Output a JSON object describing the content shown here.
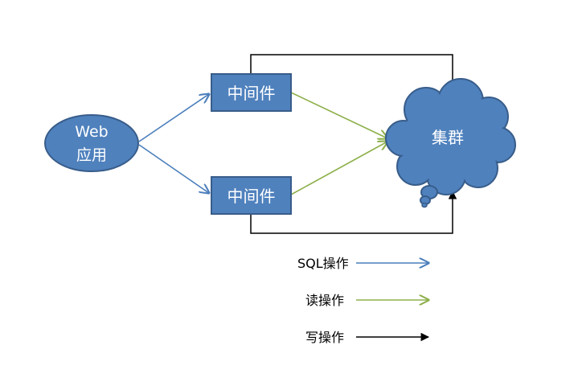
{
  "nodes": {
    "web_app": {
      "line1": "Web",
      "line2": "应用"
    },
    "middleware_top": {
      "label": "中间件"
    },
    "middleware_bottom": {
      "label": "中间件"
    },
    "cluster": {
      "label": "集群"
    }
  },
  "legend": {
    "sql": {
      "label": "SQL操作",
      "color": "#4a7ebb"
    },
    "read": {
      "label": "读操作",
      "color": "#8db04a"
    },
    "write": {
      "label": "写操作",
      "color": "#000000"
    }
  },
  "colors": {
    "node_fill": "#4f81bd",
    "node_stroke": "#385d8a",
    "sql_arrow": "#4a7ebb",
    "read_arrow": "#8db04a",
    "write_arrow": "#000000"
  }
}
